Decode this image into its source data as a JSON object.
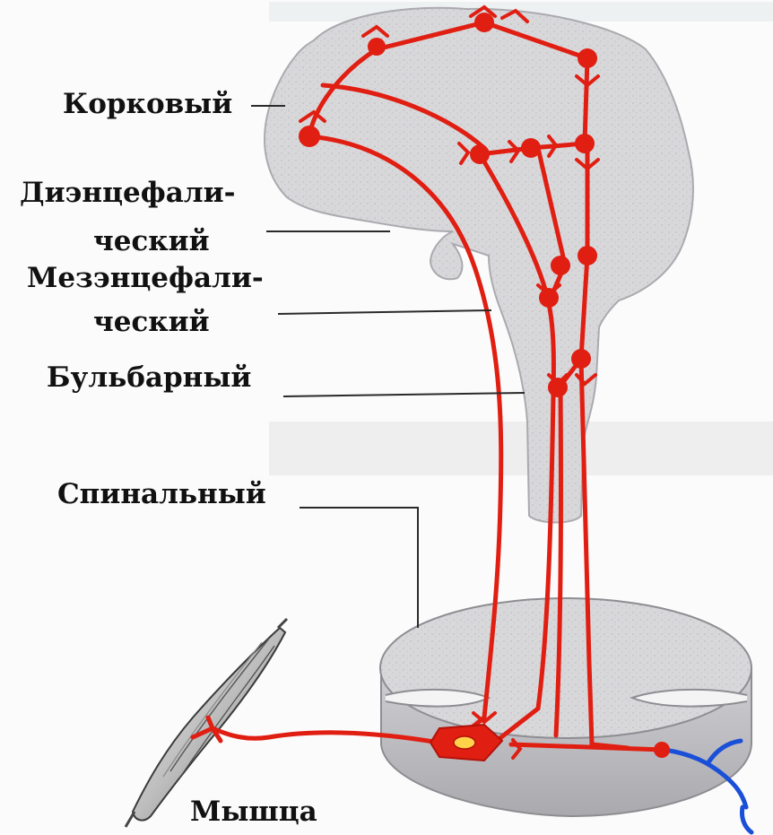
{
  "labels": {
    "cortical": "Корковый",
    "diencephalic_1": "Диэнцефали-",
    "diencephalic_2": "ческий",
    "mesencephalic_1": "Мезэнцефали-",
    "mesencephalic_2": "ческий",
    "bulbar": "Бульбарный",
    "spinal": "Спинальный",
    "muscle": "Мышца"
  },
  "colors": {
    "pathway": "#e01e12",
    "pathway_core": "#ffd24a",
    "tissue": "#d6d6d9",
    "tissue_edge": "#9d9da2",
    "leader": "#2a2a2a",
    "afferent": "#1a4fd8"
  }
}
